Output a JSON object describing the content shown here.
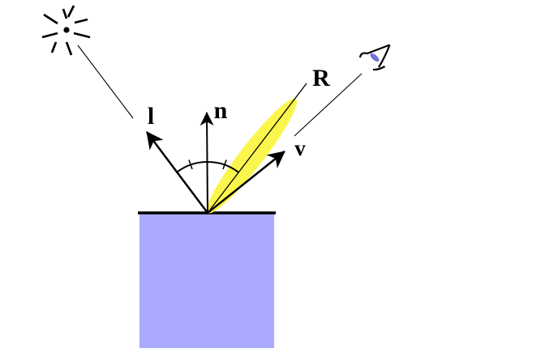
{
  "diagram": {
    "labels": {
      "light": "l",
      "normal": "n",
      "reflection": "R",
      "view": "v"
    },
    "colors": {
      "surface": "#aaaaff",
      "lobe": "#fbf64d",
      "pupil": "#7272dd",
      "ink": "#000000",
      "background": "#ffffff"
    },
    "icons": {
      "light_source": "starburst-light-source-icon",
      "viewer": "eye-icon"
    }
  }
}
